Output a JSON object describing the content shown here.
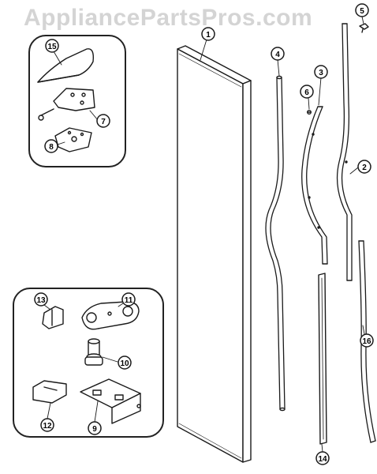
{
  "watermark": "AppliancePartsPros.com",
  "callouts": {
    "c1": "1",
    "c2": "2",
    "c3": "3",
    "c4": "4",
    "c5": "5",
    "c6": "6",
    "c7": "7",
    "c8": "8",
    "c9": "9",
    "c10": "10",
    "c11": "11",
    "c12": "12",
    "c13": "13",
    "c14": "14",
    "c15": "15",
    "c16": "16"
  },
  "colors": {
    "line": "#1a1a1a",
    "fill": "#ffffff",
    "watermark": "#d4d4d4"
  }
}
